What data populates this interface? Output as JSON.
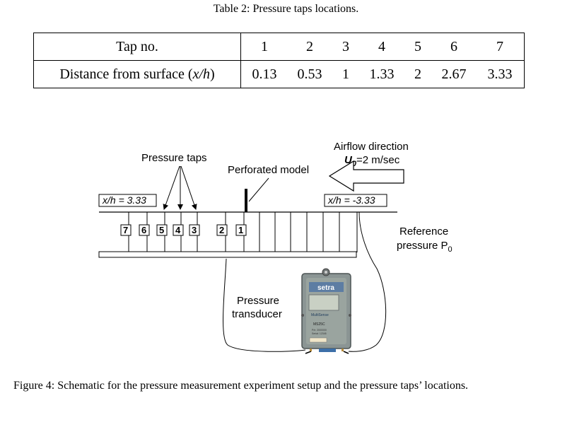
{
  "table": {
    "caption": "Table 2: Pressure taps locations.",
    "row1_header": "Tap no.",
    "row2_header_text": "Distance from surface (",
    "row2_header_var": "x/h",
    "row2_header_close": ")",
    "tap_numbers": [
      "1",
      "2",
      "3",
      "4",
      "5",
      "6",
      "7"
    ],
    "distances": [
      "0.13",
      "0.53",
      "1",
      "1.33",
      "2",
      "2.67",
      "3.33"
    ]
  },
  "schematic": {
    "label_pressure_taps": "Pressure taps",
    "label_perforated_model": "Perforated model",
    "label_airflow_line1": "Airflow direction",
    "label_airflow_u": "U",
    "label_airflow_sub": "0",
    "label_airflow_value": "=2 m/sec",
    "label_xh_left": "x/h = 3.33",
    "label_xh_right": "x/h = -3.33",
    "label_reference_line1": "Reference",
    "label_reference_line2": "pressure P",
    "label_reference_sub": "0",
    "label_transducer_line1": "Pressure",
    "label_transducer_line2": "transducer",
    "tap_boxes": [
      "7",
      "6",
      "5",
      "4",
      "3",
      "2",
      "1"
    ],
    "device_brand": "setra",
    "device_model": "MultiSense",
    "device_code": "MS25C",
    "device_small_1": "P/n: 2000000",
    "device_small_2": "Serial: 12345"
  },
  "figure_caption": "Figure 4: Schematic for the pressure measurement experiment setup and the pressure taps’ locations."
}
